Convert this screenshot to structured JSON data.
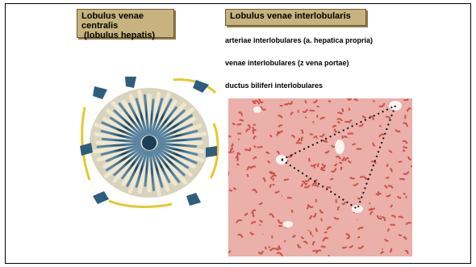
{
  "left_title": {
    "line1": "Lobulus venae centralis",
    "line2": "(lobulus hepatis)"
  },
  "right_title": "Lobulus venae interlobularis",
  "items": [
    "arteriae interlobulares (a. hepatica propria)",
    "venae interlobulares (z vena portae)",
    "ductus biliferi interlobulares"
  ],
  "colors": {
    "label_fill": "#c7b37d",
    "vein_blue": "#2f5d7c",
    "cord_tan": "#d9cfb0",
    "tissue_pink": "#e9a9a2",
    "tissue_red": "#c9473f",
    "bile_yellow": "#e3c92f"
  }
}
